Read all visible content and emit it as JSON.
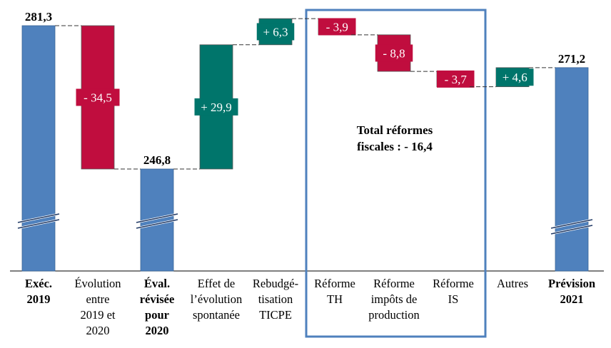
{
  "chart_data": {
    "type": "waterfall",
    "title": "",
    "xlabel": "",
    "ylabel": "",
    "y_axis_broken": true,
    "categories": [
      {
        "label": [
          "Exéc.",
          "2019"
        ],
        "bold": true,
        "kind": "total",
        "value": 281.3,
        "value_label": "281,3"
      },
      {
        "label": [
          "Évolution",
          "entre",
          "2019 et",
          "2020"
        ],
        "bold": false,
        "kind": "delta",
        "value": -34.5,
        "value_label": "- 34,5"
      },
      {
        "label": [
          "Éval.",
          "révisée",
          "pour",
          "2020"
        ],
        "bold": true,
        "kind": "total",
        "value": 246.8,
        "value_label": "246,8"
      },
      {
        "label": [
          "Effet de",
          "l’évolution",
          "spontanée"
        ],
        "bold": false,
        "kind": "delta",
        "value": 29.9,
        "value_label": "+ 29,9"
      },
      {
        "label": [
          "Rebudgé-",
          "tisation",
          "TICPE"
        ],
        "bold": false,
        "kind": "delta",
        "value": 6.3,
        "value_label": "+ 6,3"
      },
      {
        "label": [
          "Réforme",
          "TH"
        ],
        "bold": false,
        "kind": "delta",
        "value": -3.9,
        "value_label": "- 3,9"
      },
      {
        "label": [
          "Réforme",
          "impôts de",
          "production"
        ],
        "bold": false,
        "kind": "delta",
        "value": -8.8,
        "value_label": "- 8,8"
      },
      {
        "label": [
          "Réforme",
          "IS"
        ],
        "bold": false,
        "kind": "delta",
        "value": -3.7,
        "value_label": "- 3,7"
      },
      {
        "label": [
          "Autres"
        ],
        "bold": false,
        "kind": "delta",
        "value": 4.6,
        "value_label": "+ 4,6"
      },
      {
        "label": [
          "Prévision",
          "2021"
        ],
        "bold": true,
        "kind": "total",
        "value": 271.2,
        "value_label": "271,2"
      }
    ],
    "annotation": {
      "lines": [
        "Total réformes",
        "fiscales : - 16,4"
      ],
      "group": [
        "Réforme TH",
        "Réforme impôts de production",
        "Réforme IS"
      ]
    },
    "colors": {
      "total": "#4f81bd",
      "increase": "#00756b",
      "decrease": "#c00d3e",
      "highlight_box": "#4f81bd"
    }
  }
}
